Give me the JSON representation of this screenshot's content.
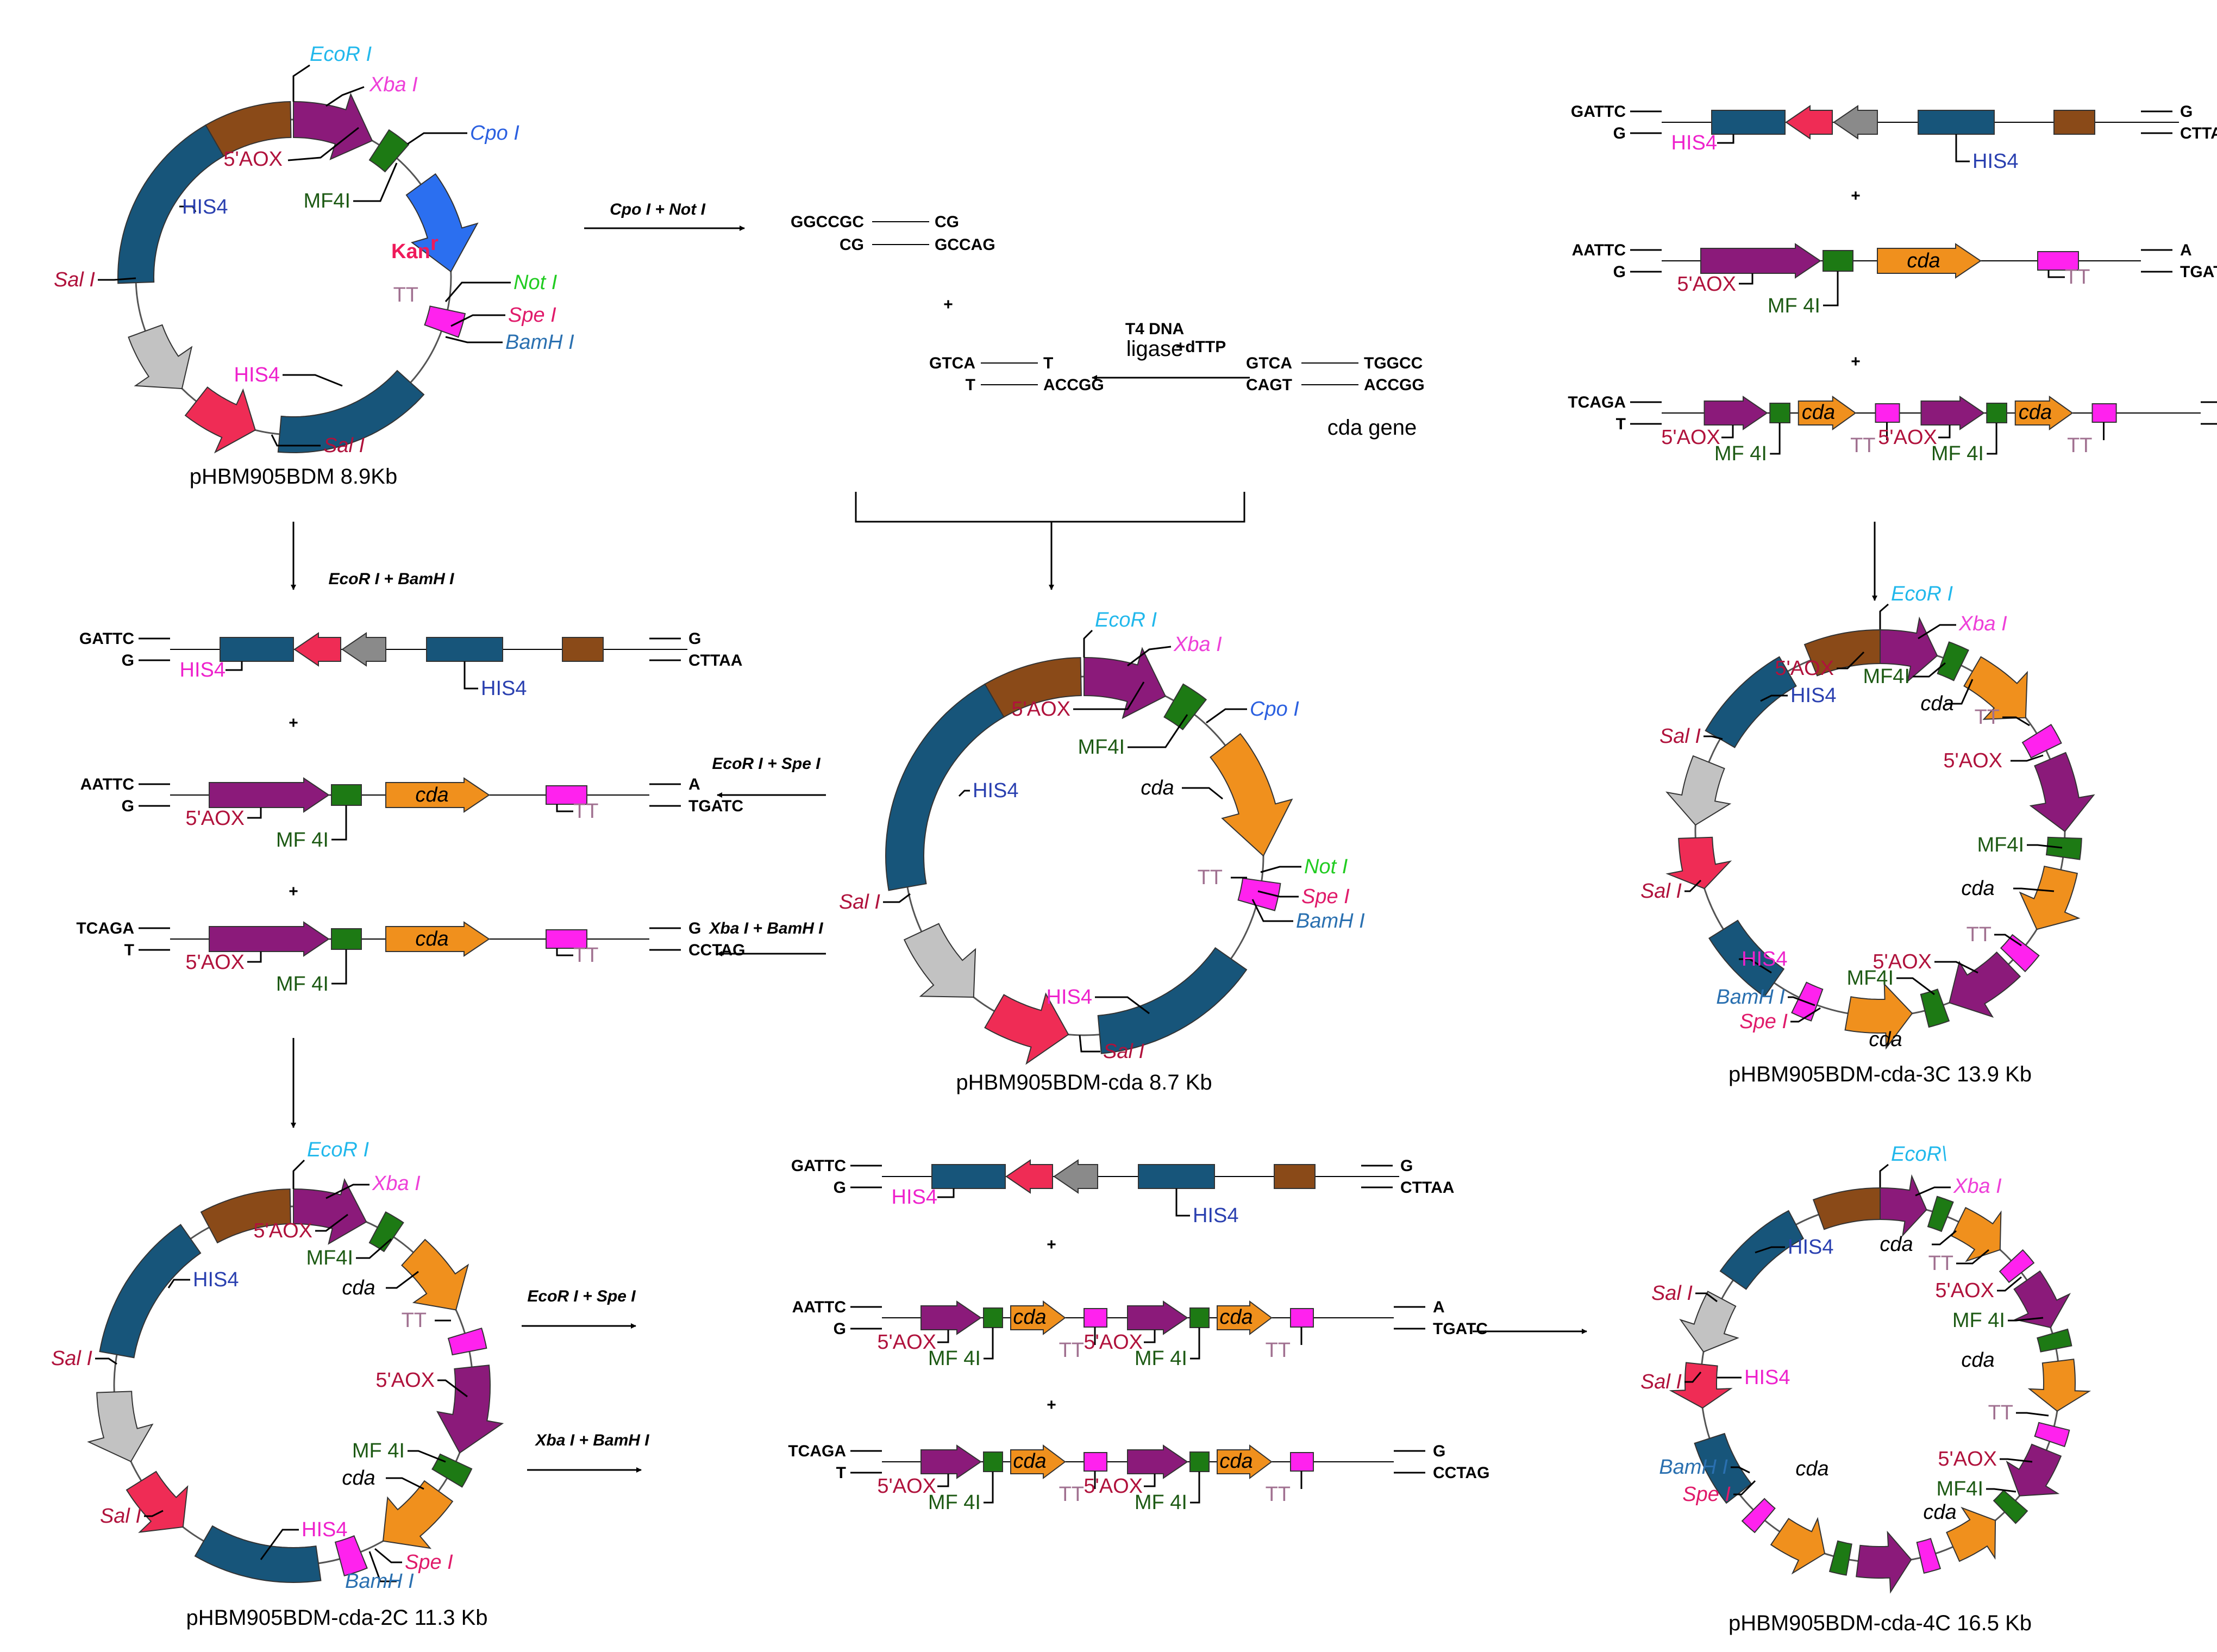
{
  "colors": {
    "his4": "#17557a",
    "aox": "#8b1a7a",
    "mf4": "#1d7a14",
    "cda": "#f0901d",
    "tt": "#ff22ee",
    "red": "#ef2c55",
    "gray": "#c2c2c2",
    "brown": "#8a4a18",
    "kan": "#2b6ff0",
    "lab_ecor": "#22b8ec",
    "lab_xba": "#ee40d8",
    "lab_cpo": "#2b60e0",
    "lab_not": "#22cc22",
    "lab_spe": "#e01a6a",
    "lab_bam": "#2a70b0",
    "lab_sal": "#b0123c",
    "lab_aox": "#b0123c",
    "lab_mf": "#1d5a14",
    "lab_tt": "#a07090",
    "lab_his_blue": "#2a40b0",
    "lab_his_pink": "#ee22cc",
    "lab_kan": "#ef1a5a"
  },
  "labels": {
    "ecor": "EcoR I",
    "ecor_alt": "EcoR\\",
    "xba": "Xba I",
    "cpo": "Cpo I",
    "not": "Not I",
    "spe": "Spe I",
    "bam": "BamH I",
    "sal": "Sal I",
    "aox": "5'AOX",
    "mf": "MF4I",
    "mf_sp": "MF 4I",
    "his": "HIS4",
    "tt": "TT",
    "cda": "cda",
    "kan": "Kan",
    "kan_sup": "r",
    "plus": "+"
  },
  "titles": {
    "p1": "pHBM905BDM  8.9Kb",
    "p2": "pHBM905BDM-cda 8.7 Kb",
    "p3": "pHBM905BDM-cda-3C 13.9 Kb",
    "p4": "pHBM905BDM-cda-2C 11.3 Kb",
    "p5": "pHBM905BDM-cda-4C 16.5 Kb",
    "cda_gene": "cda gene"
  },
  "steps": {
    "cpo_not": "Cpo I + Not I",
    "t4_1": "T4 DNA",
    "t4_2": "ligase",
    "dttp": "+dTTP",
    "ecor_bam": "EcoR I + BamH I",
    "ecor_spe": "EcoR I + Spe I",
    "xba_bam": "Xba I + BamH I"
  },
  "sequences": {
    "cpo_top_l": "GGCCGC",
    "cpo_top_r": "CG",
    "cpo_bot_l": "CG",
    "cpo_bot_r": "GCCAG",
    "lig_top_l": "GTCA",
    "lig_top_r": "T",
    "lig_bot_l": "T",
    "lig_bot_r": "ACCGG",
    "gene_top_l": "GTCA",
    "gene_top_r": "TGGCC",
    "gene_bot_l": "CAGT",
    "gene_bot_r": "ACCGG",
    "vec_l1": "GATTC",
    "vec_l2": "G",
    "vec_r1": "G",
    "vec_r2": "CTTAA",
    "ins_l1": "AATTC",
    "ins_l2": "G",
    "ins_r1": "A",
    "ins_r2": "TGATC",
    "xb_l1": "TCAGA",
    "xb_l2": "T",
    "xb_r1": "G",
    "xb_r2": "CCTAG"
  }
}
